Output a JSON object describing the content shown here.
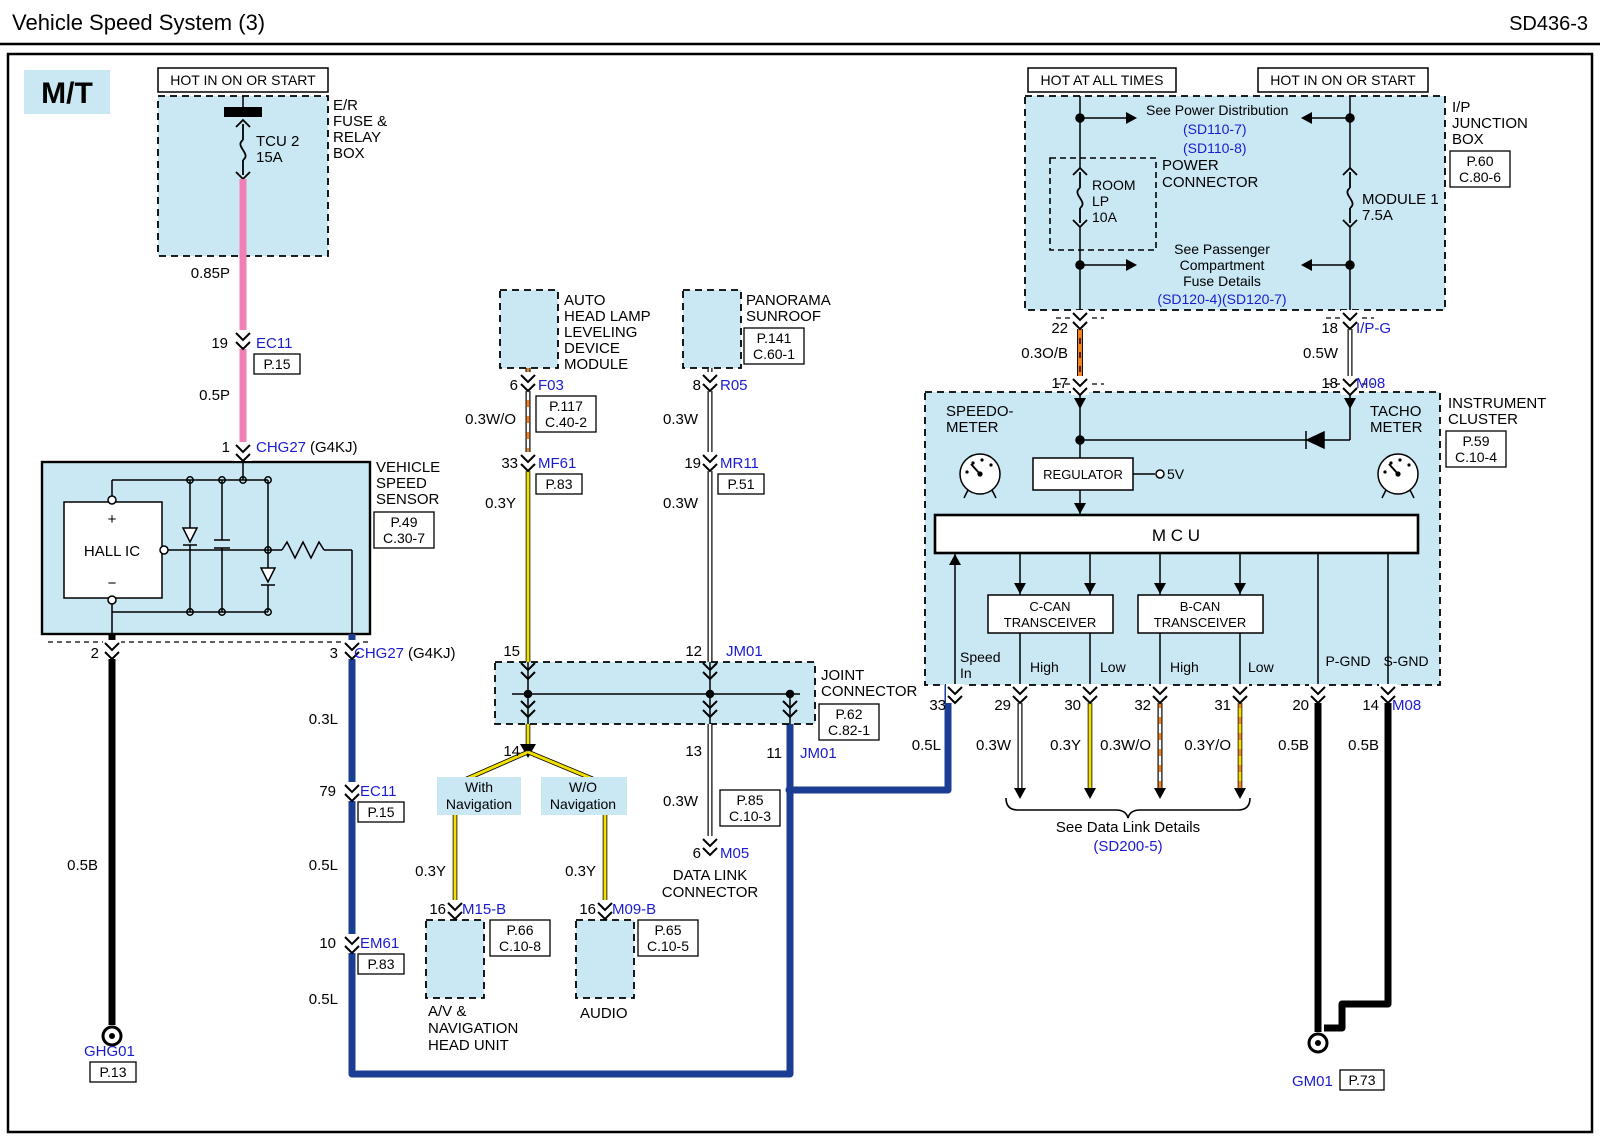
{
  "header": {
    "title": "Vehicle Speed System (3)",
    "code": "SD436-3"
  },
  "badge_mt": "M/T",
  "left": {
    "hot_label": "HOT IN ON OR START",
    "er_box": [
      "E/R",
      "FUSE &",
      "RELAY",
      "BOX"
    ],
    "fuse": {
      "name": "TCU 2",
      "amp": "15A"
    },
    "w085p": "0.85P",
    "conn19": {
      "pin": "19",
      "id": "EC11",
      "page": "P.15"
    },
    "w05p": "0.5P",
    "conn1": {
      "pin": "1",
      "id": "CHG27",
      "variant": "(G4KJ)"
    },
    "sensor": {
      "plus": "+",
      "hall": "HALL IC",
      "minus": "−",
      "label": [
        "VEHICLE",
        "SPEED",
        "SENSOR"
      ],
      "ref": [
        "P.49",
        "C.30-7"
      ]
    },
    "pin2": "2",
    "conn3": {
      "pin": "3",
      "id": "CHG27",
      "variant": "(G4KJ)"
    },
    "w05b": "0.5B",
    "gnd": {
      "id": "GHG01",
      "page": "P.13"
    },
    "w03l": "0.3L",
    "conn79": {
      "pin": "79",
      "id": "EC11",
      "page": "P.15"
    },
    "w05l_a": "0.5L",
    "conn10": {
      "pin": "10",
      "id": "EM61",
      "page": "P.83"
    },
    "w05l_b": "0.5L"
  },
  "middle": {
    "headlamp": [
      "AUTO",
      "HEAD LAMP",
      "LEVELING",
      "DEVICE",
      "MODULE"
    ],
    "conn_f03": {
      "pin": "6",
      "id": "F03",
      "ref": [
        "P.117",
        "C.40-2"
      ]
    },
    "w03wo": "0.3W/O",
    "conn_mf61": {
      "pin": "33",
      "id": "MF61",
      "page": "P.83"
    },
    "w03y_a": "0.3Y",
    "sunroof": {
      "label": [
        "PANORAMA",
        "SUNROOF"
      ],
      "ref": [
        "P.141",
        "C.60-1"
      ]
    },
    "conn_r05": {
      "pin": "8",
      "id": "R05"
    },
    "w03w_a": "0.3W",
    "conn_mr11": {
      "pin": "19",
      "id": "MR11",
      "page": "P.51"
    },
    "w03w_b": "0.3W",
    "jc": {
      "pin15": "15",
      "pin12": "12",
      "id_top": "JM01",
      "label": [
        "JOINT",
        "CONNECTOR"
      ],
      "ref": [
        "P.62",
        "C.82-1"
      ],
      "pin14": "14",
      "pin13": "13",
      "pin11": "11",
      "id_bot": "JM01"
    },
    "with_nav": [
      "With",
      "Navigation"
    ],
    "wo_nav": [
      "W/O",
      "Navigation"
    ],
    "w03y_b": "0.3Y",
    "conn_m15b": {
      "pin": "16",
      "id": "M15-B",
      "ref": [
        "P.66",
        "C.10-8"
      ]
    },
    "w03y_c": "0.3Y",
    "conn_m09b": {
      "pin": "16",
      "id": "M09-B",
      "ref": [
        "P.65",
        "C.10-5"
      ]
    },
    "avn": [
      "A/V &",
      "NAVIGATION",
      "HEAD UNIT"
    ],
    "audio": "AUDIO",
    "w03w_c": "0.3W",
    "dlc": {
      "ref": [
        "P.85",
        "C.10-3"
      ],
      "pin": "6",
      "id": "M05",
      "label": [
        "DATA LINK",
        "CONNECTOR"
      ]
    }
  },
  "right": {
    "hot_all": "HOT AT ALL TIMES",
    "hot_on": "HOT IN ON OR START",
    "ip": {
      "see_power": "See Power Distribution",
      "sd110_7": "(SD110-7)",
      "sd110_8": "(SD110-8)",
      "power_conn": [
        "POWER",
        "CONNECTOR"
      ],
      "room": [
        "ROOM",
        "LP",
        "10A"
      ],
      "module": [
        "MODULE 1",
        "7.5A"
      ],
      "see_pass": [
        "See Passenger",
        "Compartment",
        "Fuse Details"
      ],
      "sd120": "(SD120-4)(SD120-7)",
      "label": [
        "I/P",
        "JUNCTION",
        "BOX"
      ],
      "ref": [
        "P.60",
        "C.80-6"
      ]
    },
    "pin22": "22",
    "w03ob": "0.3O/B",
    "pin17": "17",
    "conn18a": {
      "pin": "18",
      "id": "I/P-G"
    },
    "w05w": "0.5W",
    "conn18b": {
      "pin": "18",
      "id": "M08"
    },
    "cluster": {
      "label": [
        "INSTRUMENT",
        "CLUSTER"
      ],
      "ref": [
        "P.59",
        "C.10-4"
      ],
      "speedo": [
        "SPEEDO-",
        "METER"
      ],
      "tacho": [
        "TACHO",
        "METER"
      ],
      "regulator": "REGULATOR",
      "v5": "5V",
      "mcu": "M C U",
      "ccan": [
        "C-CAN",
        "TRANSCEIVER"
      ],
      "bcan": [
        "B-CAN",
        "TRANSCEIVER"
      ],
      "speed_in": [
        "Speed",
        "In"
      ],
      "high_a": "High",
      "low_a": "Low",
      "high_b": "High",
      "low_b": "Low",
      "pgnd": "P-GND",
      "sgnd": "S-GND"
    },
    "pins": [
      "33",
      "29",
      "30",
      "32",
      "31",
      "20",
      "14"
    ],
    "m08_bot": "M08",
    "wires": {
      "l": "0.5L",
      "w": "0.3W",
      "y": "0.3Y",
      "wo": "0.3W/O",
      "yo": "0.3Y/O",
      "b1": "0.5B",
      "b2": "0.5B"
    },
    "see_dl": "See Data Link Details",
    "sd200": "(SD200-5)",
    "gnd": {
      "id": "GM01",
      "page": "P.73"
    }
  }
}
